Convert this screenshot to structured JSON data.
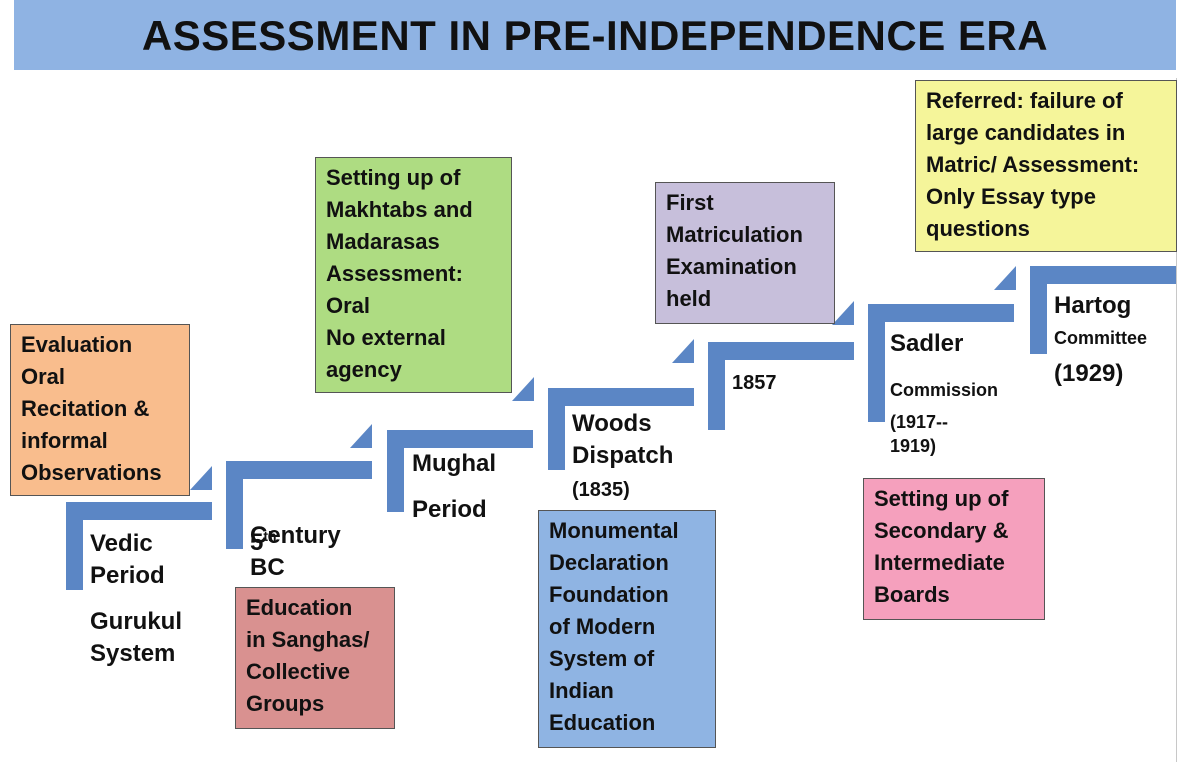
{
  "title": "ASSESSMENT IN PRE-INDEPENDENCE ERA",
  "colors": {
    "title_bar": "#8fb3e3",
    "step": "#5b86c5",
    "orange": "#f9bd8d",
    "green": "#aedc82",
    "lavender": "#c7bfdb",
    "yellow": "#f5f59a",
    "rose": "#d99190",
    "blue": "#8fb4e3",
    "pink": "#f5a0bd"
  },
  "boxes": {
    "vedic_note": "Evaluation\nOral\nRecitation &\ninformal\nObservations",
    "mughal_note": "Setting up of\nMakhtabs and\nMadarasas\nAssessment:\nOral\nNo external\nagency",
    "matric_note": "First\nMatriculation\nExamination\nheld",
    "hartog_note": "Referred: failure of\nlarge candidates in\nMatric/ Assessment:\nOnly Essay type\nquestions",
    "sanghas_note": "Education\nin Sanghas/\nCollective\nGroups",
    "woods_note": "Monumental\nDeclaration\nFoundation\nof Modern\nSystem of\nIndian\nEducation",
    "sadler_note": "Setting up of\nSecondary &\nIntermediate\nBoards"
  },
  "steps": {
    "vedic": "Vedic\nPeriod",
    "gurukul": "Gurukul\nSystem",
    "century_num": "5",
    "century_sup": "th",
    "century_rest": "Century\nBC",
    "mughal": "Mughal",
    "period": "Period",
    "woods": "Woods\nDispatch",
    "woods_year": "(1835)",
    "year_1857": "1857",
    "sadler": "Sadler",
    "commission": "Commission",
    "sadler_years": "(1917--\n1919)",
    "hartog": "Hartog",
    "committee": "Committee",
    "hartog_year": "(1929)"
  }
}
